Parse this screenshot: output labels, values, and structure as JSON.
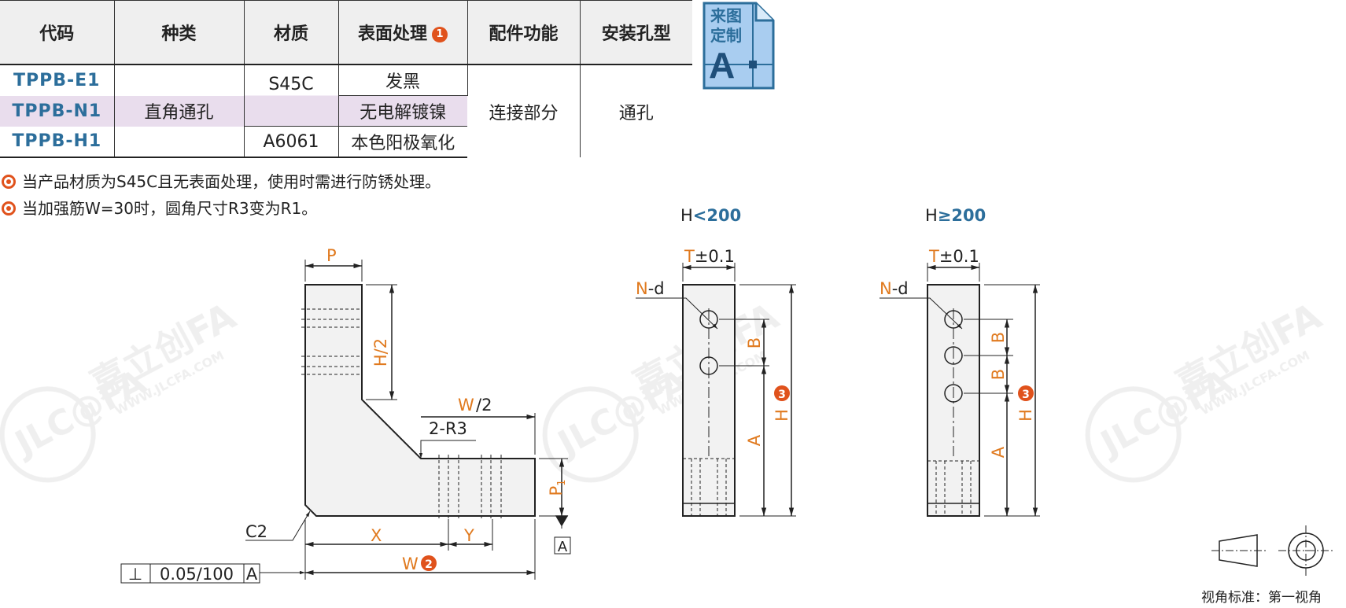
{
  "table": {
    "headers": [
      "代码",
      "种类",
      "材质",
      "表面处理",
      "配件功能",
      "安装孔型"
    ],
    "surface_badge": "1",
    "rows": [
      {
        "code": "TPPB-E1",
        "surface": "发黑"
      },
      {
        "code": "TPPB-N1",
        "surface": "无电解镀镍"
      },
      {
        "code": "TPPB-H1",
        "surface": "本色阳极氧化"
      }
    ],
    "type": "直角通孔",
    "material_top": "S45C",
    "material_bottom": "A6061",
    "function": "连接部分",
    "hole_type": "通孔"
  },
  "custom_icon": {
    "label_line1": "来图",
    "label_line2": "定制",
    "letter": "A"
  },
  "notes": [
    "当产品材质为S45C且无表面处理，使用时需进行防锈处理。",
    "当加强筋W=30时，圆角尺寸R3变为R1。"
  ],
  "drawing": {
    "main": {
      "P": "P",
      "H_half": "H/2",
      "W": "W",
      "W_half": "/2",
      "W_half_letter": "W",
      "R": "2-R3",
      "P1": "P",
      "P1_sub": "1",
      "C": "C2",
      "X": "X",
      "Y": "Y",
      "W_badge": "2",
      "datum": "A",
      "tolerance_symbol": "⊥",
      "tolerance_value": "0.05/100",
      "tolerance_datum": "A"
    },
    "side_small": {
      "title_prefix": "H",
      "title_value": "<200",
      "T": "T",
      "T_tol": "±0.1",
      "N": "N",
      "d": "-d",
      "B": "B",
      "A": "A",
      "H": "H",
      "H_badge": "3"
    },
    "side_large": {
      "title_prefix": "H",
      "title_value": "≥200",
      "T": "T",
      "T_tol": "±0.1",
      "N": "N",
      "d": "-d",
      "B1": "B",
      "B2": "B",
      "A": "A",
      "H": "H",
      "H_badge": "3"
    }
  },
  "watermark": {
    "brand": "JLC@FA",
    "cn": "嘉立创FA",
    "url": "WWW.JLCFA.COM"
  },
  "view_standard": "视角标准：第一视角",
  "colors": {
    "accent_orange": "#e07a1f",
    "badge_red": "#e0521c",
    "code_blue": "#2c6e9b",
    "highlight": "#e9dded"
  }
}
